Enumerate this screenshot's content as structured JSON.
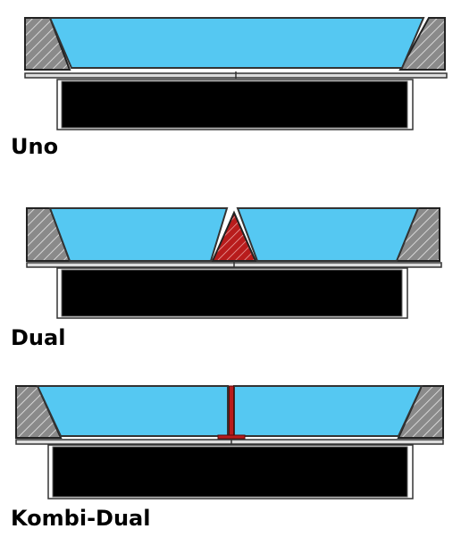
{
  "diagram": {
    "variants": [
      {
        "id": "uno",
        "label": "Uno"
      },
      {
        "id": "dual",
        "label": "Dual"
      },
      {
        "id": "kombi",
        "label": "Kombi-Dual"
      }
    ],
    "colors": {
      "glass": "#55c8f2",
      "frame": "#d9d9d9",
      "outline": "#333333",
      "base": "#000000",
      "hatch_fill": "#888888",
      "divider": "#b81c1c"
    }
  }
}
